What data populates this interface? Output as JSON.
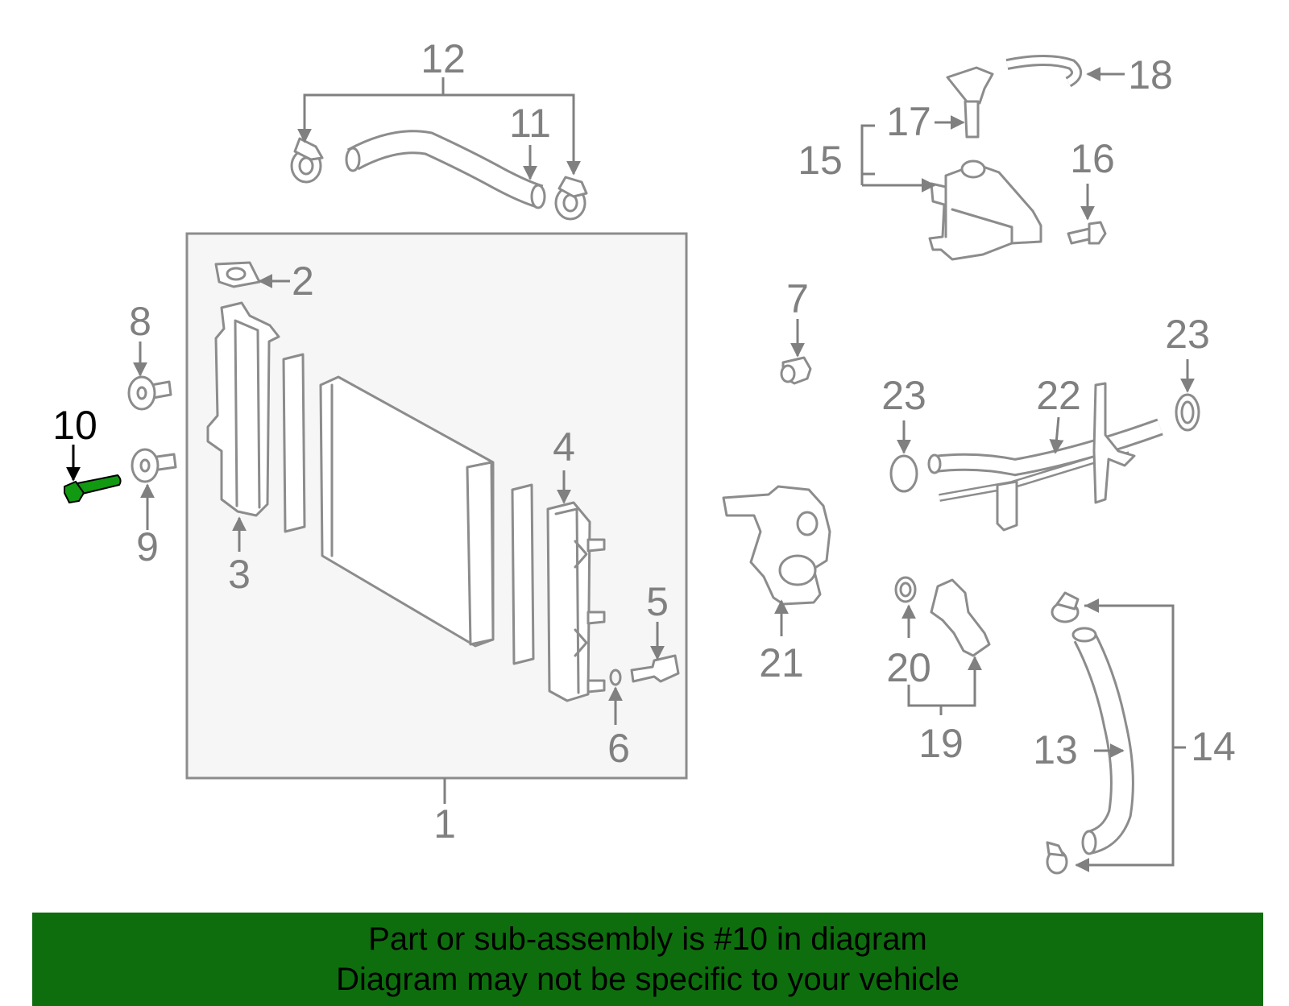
{
  "labels": {
    "l1": "1",
    "l2": "2",
    "l3": "3",
    "l4": "4",
    "l5": "5",
    "l6": "6",
    "l7": "7",
    "l8": "8",
    "l9": "9",
    "l10": "10",
    "l11": "11",
    "l12": "12",
    "l13": "13",
    "l14": "14",
    "l15": "15",
    "l16": "16",
    "l17": "17",
    "l18": "18",
    "l19": "19",
    "l20": "20",
    "l21": "21",
    "l22": "22",
    "l23a": "23",
    "l23b": "23"
  },
  "highlight": {
    "part_number": "10",
    "color": "#119911"
  },
  "banner": {
    "line1": "Part or sub-assembly is #10 in diagram",
    "line2": "Diagram may not be specific to your vehicle",
    "background": "#0e6e0e"
  },
  "colors": {
    "part_outline": "#8c8c8c",
    "label": "#808080",
    "highlight_label": "#000000",
    "assembly_box_fill": "#f6f6f6"
  }
}
